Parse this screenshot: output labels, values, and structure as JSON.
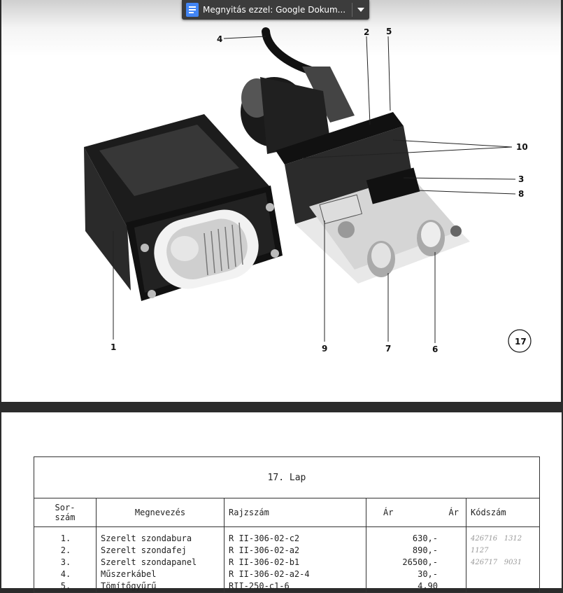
{
  "toolbar": {
    "open_with_label": "Megnyitás ezzel: Google Dokum...",
    "doc_icon": "google-docs-icon",
    "dropdown_icon": "chevron-down-icon"
  },
  "figure": {
    "callouts": [
      "4",
      "2",
      "5",
      "10",
      "3",
      "8",
      "1",
      "9",
      "7",
      "6"
    ],
    "figure_number": "17"
  },
  "table": {
    "page_title": "17. Lap",
    "headers": {
      "sorszam": [
        "Sor-",
        "szám"
      ],
      "megnevezes": "Megnevezés",
      "rajzszam": "Rajzszám",
      "ar1": "Ár",
      "ar2": "Ár",
      "kodszam": "Kódszám"
    },
    "rows": [
      {
        "no": "1.",
        "name": "Szerelt szondabura",
        "drawing": "R II-306-02-c2",
        "price": "630,-",
        "code": "426716   1312"
      },
      {
        "no": "2.",
        "name": "Szerelt szondafej",
        "drawing": "R II-306-02-a2",
        "price": "890,-",
        "code": "1127"
      },
      {
        "no": "3.",
        "name": "Szerelt szondapanel",
        "drawing": "R II-306-02-b1",
        "price": "26500,-",
        "code": "426717   9031"
      },
      {
        "no": "4.",
        "name": "Műszerkábel",
        "drawing": "R II-306-02-a2-4",
        "price": "30,-",
        "code": ""
      },
      {
        "no": "5.",
        "name": "Tömítőgyűrű",
        "drawing": "RII-250-c1-6",
        "price": "4,90",
        "code": ""
      }
    ]
  }
}
